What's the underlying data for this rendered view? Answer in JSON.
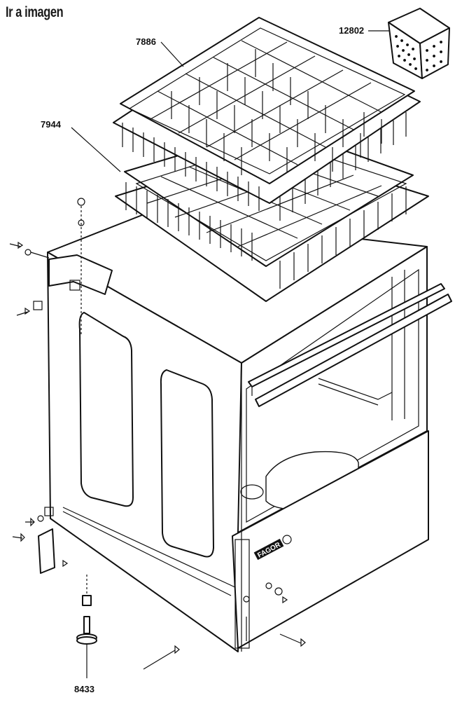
{
  "header": {
    "link_label": "Ir a imagen"
  },
  "parts": {
    "rack_peg": "7886",
    "rack_flat": "7944",
    "cutlery_basket": "12802",
    "foot": "8433"
  },
  "machine": {
    "brand": "FAGOR"
  },
  "colors": {
    "line": "#111111",
    "background": "#ffffff"
  }
}
